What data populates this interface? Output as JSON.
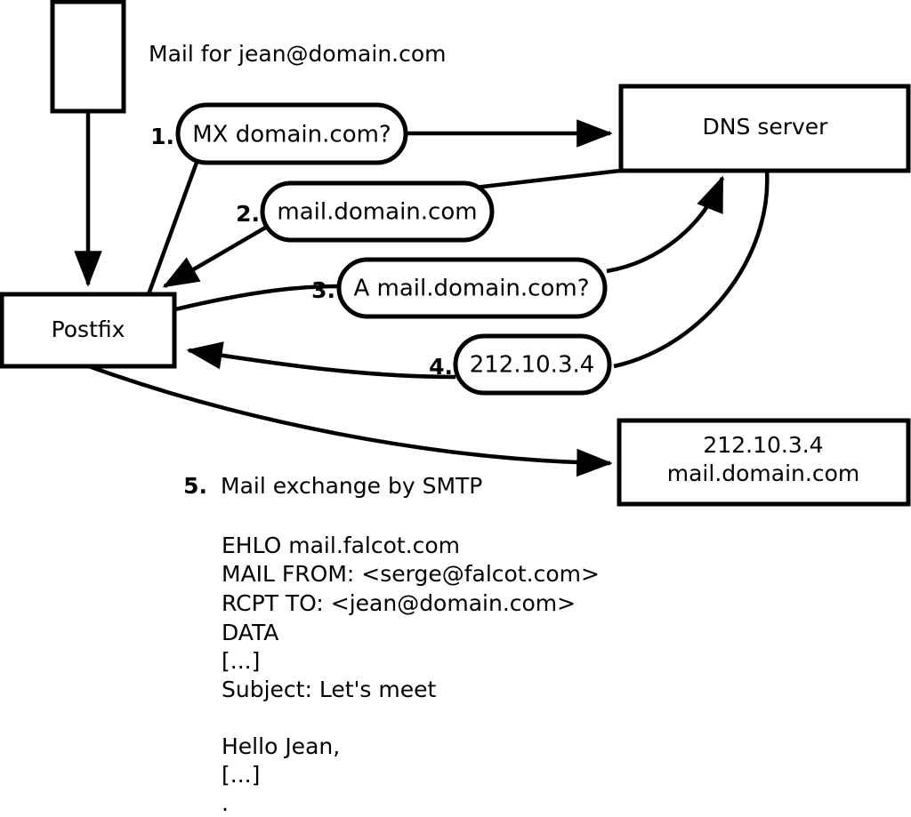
{
  "diagram": {
    "title_label": "Mail for jean@domain.com",
    "nodes": {
      "sender_host": {
        "label": ""
      },
      "postfix": {
        "label": "Postfix"
      },
      "dns_server": {
        "label": "DNS server"
      },
      "target_server": {
        "line1": "212.10.3.4",
        "line2": "mail.domain.com"
      }
    },
    "steps": [
      {
        "num": "1.",
        "bubble": "MX domain.com?"
      },
      {
        "num": "2.",
        "bubble": "mail.domain.com"
      },
      {
        "num": "3.",
        "bubble": "A mail.domain.com?"
      },
      {
        "num": "4.",
        "bubble": "212.10.3.4"
      },
      {
        "num": "5.",
        "caption": "Mail exchange by SMTP"
      }
    ],
    "transcript": [
      "EHLO mail.falcot.com",
      "MAIL FROM: <serge@falcot.com>",
      "RCPT TO: <jean@domain.com>",
      "DATA",
      "[...]",
      "Subject: Let's meet",
      "",
      "Hello Jean,",
      "[...]",
      "."
    ],
    "colors": {
      "stroke": "#000000",
      "fill": "#ffffff",
      "text": "#000000"
    }
  }
}
